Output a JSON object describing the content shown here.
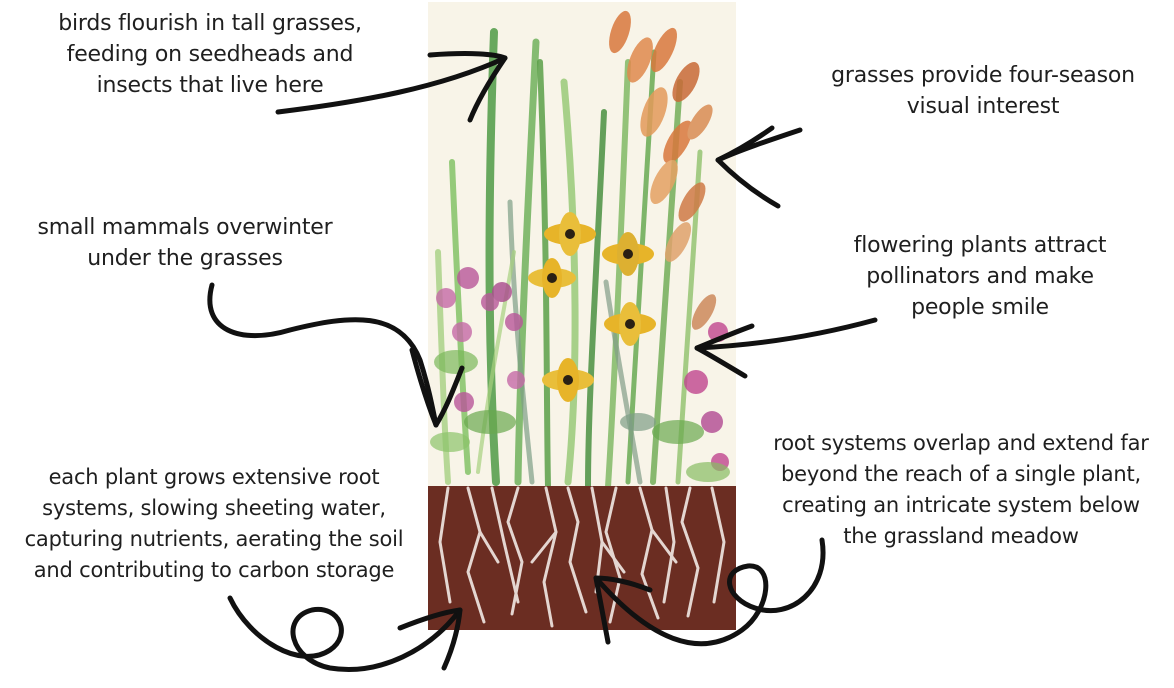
{
  "captions": {
    "birds": [
      "birds flourish in tall grasses,",
      "feeding on seedheads and",
      "insects that live here"
    ],
    "four_season": [
      "grasses provide four-season",
      "visual interest"
    ],
    "mammals": [
      "small mammals overwinter",
      "under the grasses"
    ],
    "flowering": [
      "flowering plants attract",
      "pollinators and make",
      "people smile"
    ],
    "roots_overlap": [
      "root systems overlap and extend far",
      "beyond the reach of a single plant,",
      "creating an intricate system below",
      "the grassland meadow"
    ],
    "root_systems": [
      "each plant grows extensive root",
      "systems, slowing sheeting water,",
      "capturing nutrients, aerating the soil",
      "and contributing to carbon storage"
    ]
  },
  "colors": {
    "soil": "#6b2d22",
    "paper": "#f8f4e8",
    "grass_green": "#5fa548",
    "grass_orange": "#d9783d",
    "flower_yellow": "#e7b429",
    "flower_purple": "#b9579a",
    "arrow": "#111111"
  },
  "icons": [
    "watercolor-meadow-illustration",
    "hand-drawn-arrow"
  ]
}
